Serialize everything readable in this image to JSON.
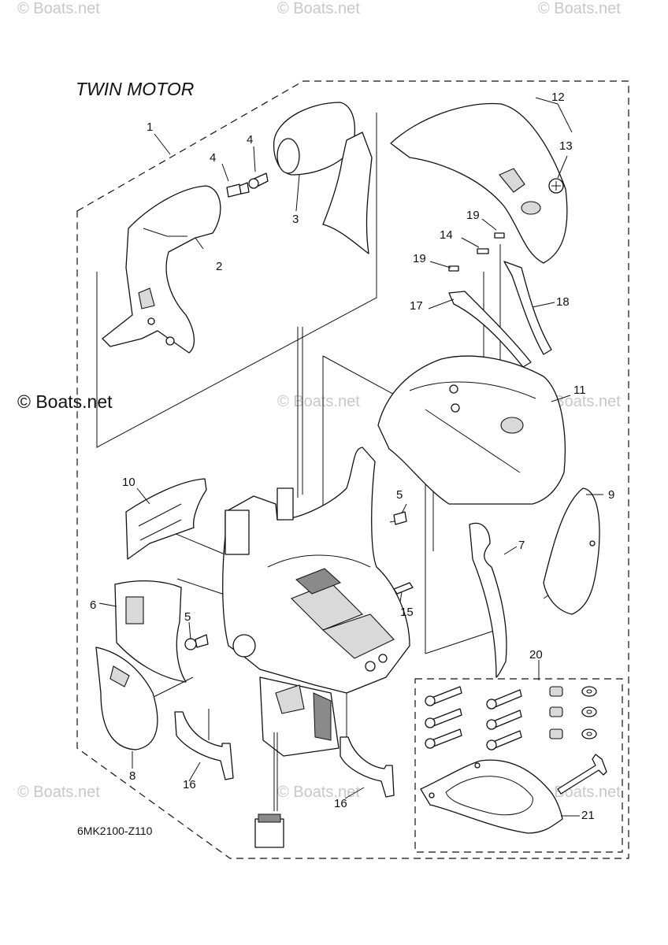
{
  "watermarks": {
    "top_left": "© Boats.net",
    "top_center": "© Boats.net",
    "top_right": "© Boats.net",
    "mid_left": "© Boats.net",
    "mid_center": "© Boats.net",
    "mid_right": "© Boats.net",
    "bottom_left": "© Boats.net",
    "bottom_center": "© Boats.net",
    "bottom_right": "© Boats.net"
  },
  "title": "TWIN MOTOR",
  "diagram_code": "6MK2100-Z110",
  "callouts": {
    "c1": "1",
    "c2": "2",
    "c3": "3",
    "c4a": "4",
    "c4b": "4",
    "c5a": "5",
    "c5b": "5",
    "c6": "6",
    "c7": "7",
    "c8": "8",
    "c9": "9",
    "c10": "10",
    "c11": "11",
    "c12": "12",
    "c13": "13",
    "c14": "14",
    "c15": "15",
    "c16a": "16",
    "c16b": "16",
    "c17": "17",
    "c18": "18",
    "c19a": "19",
    "c19b": "19",
    "c20": "20",
    "c21": "21"
  }
}
